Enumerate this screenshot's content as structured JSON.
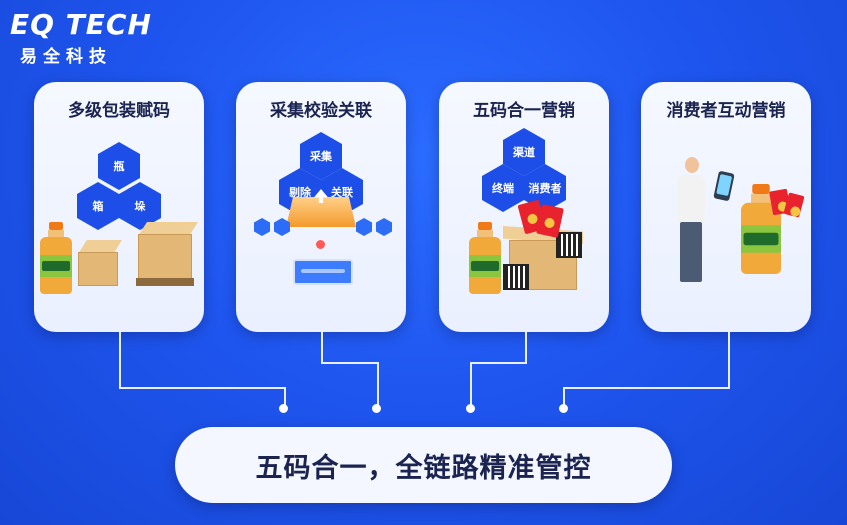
{
  "brand": {
    "logo_text": "EQ TECH",
    "name_cn": "易全科技"
  },
  "cards": [
    {
      "title": "多级包装赋码",
      "hexes": [
        "瓶",
        "箱",
        "垛"
      ]
    },
    {
      "title": "采集校验关联",
      "hexes": [
        "采集",
        "剔除",
        "关联"
      ]
    },
    {
      "title": "五码合一营销",
      "hexes": [
        "渠道",
        "终端",
        "消费者"
      ]
    },
    {
      "title": "消费者互动营销"
    }
  ],
  "slogan": "五码合一，全链路精准管控",
  "colors": {
    "background": "#1f56f0",
    "hex_blue": "#1d4fe8",
    "card_bg": "#f5f8ff",
    "title_text": "#1b2450"
  }
}
